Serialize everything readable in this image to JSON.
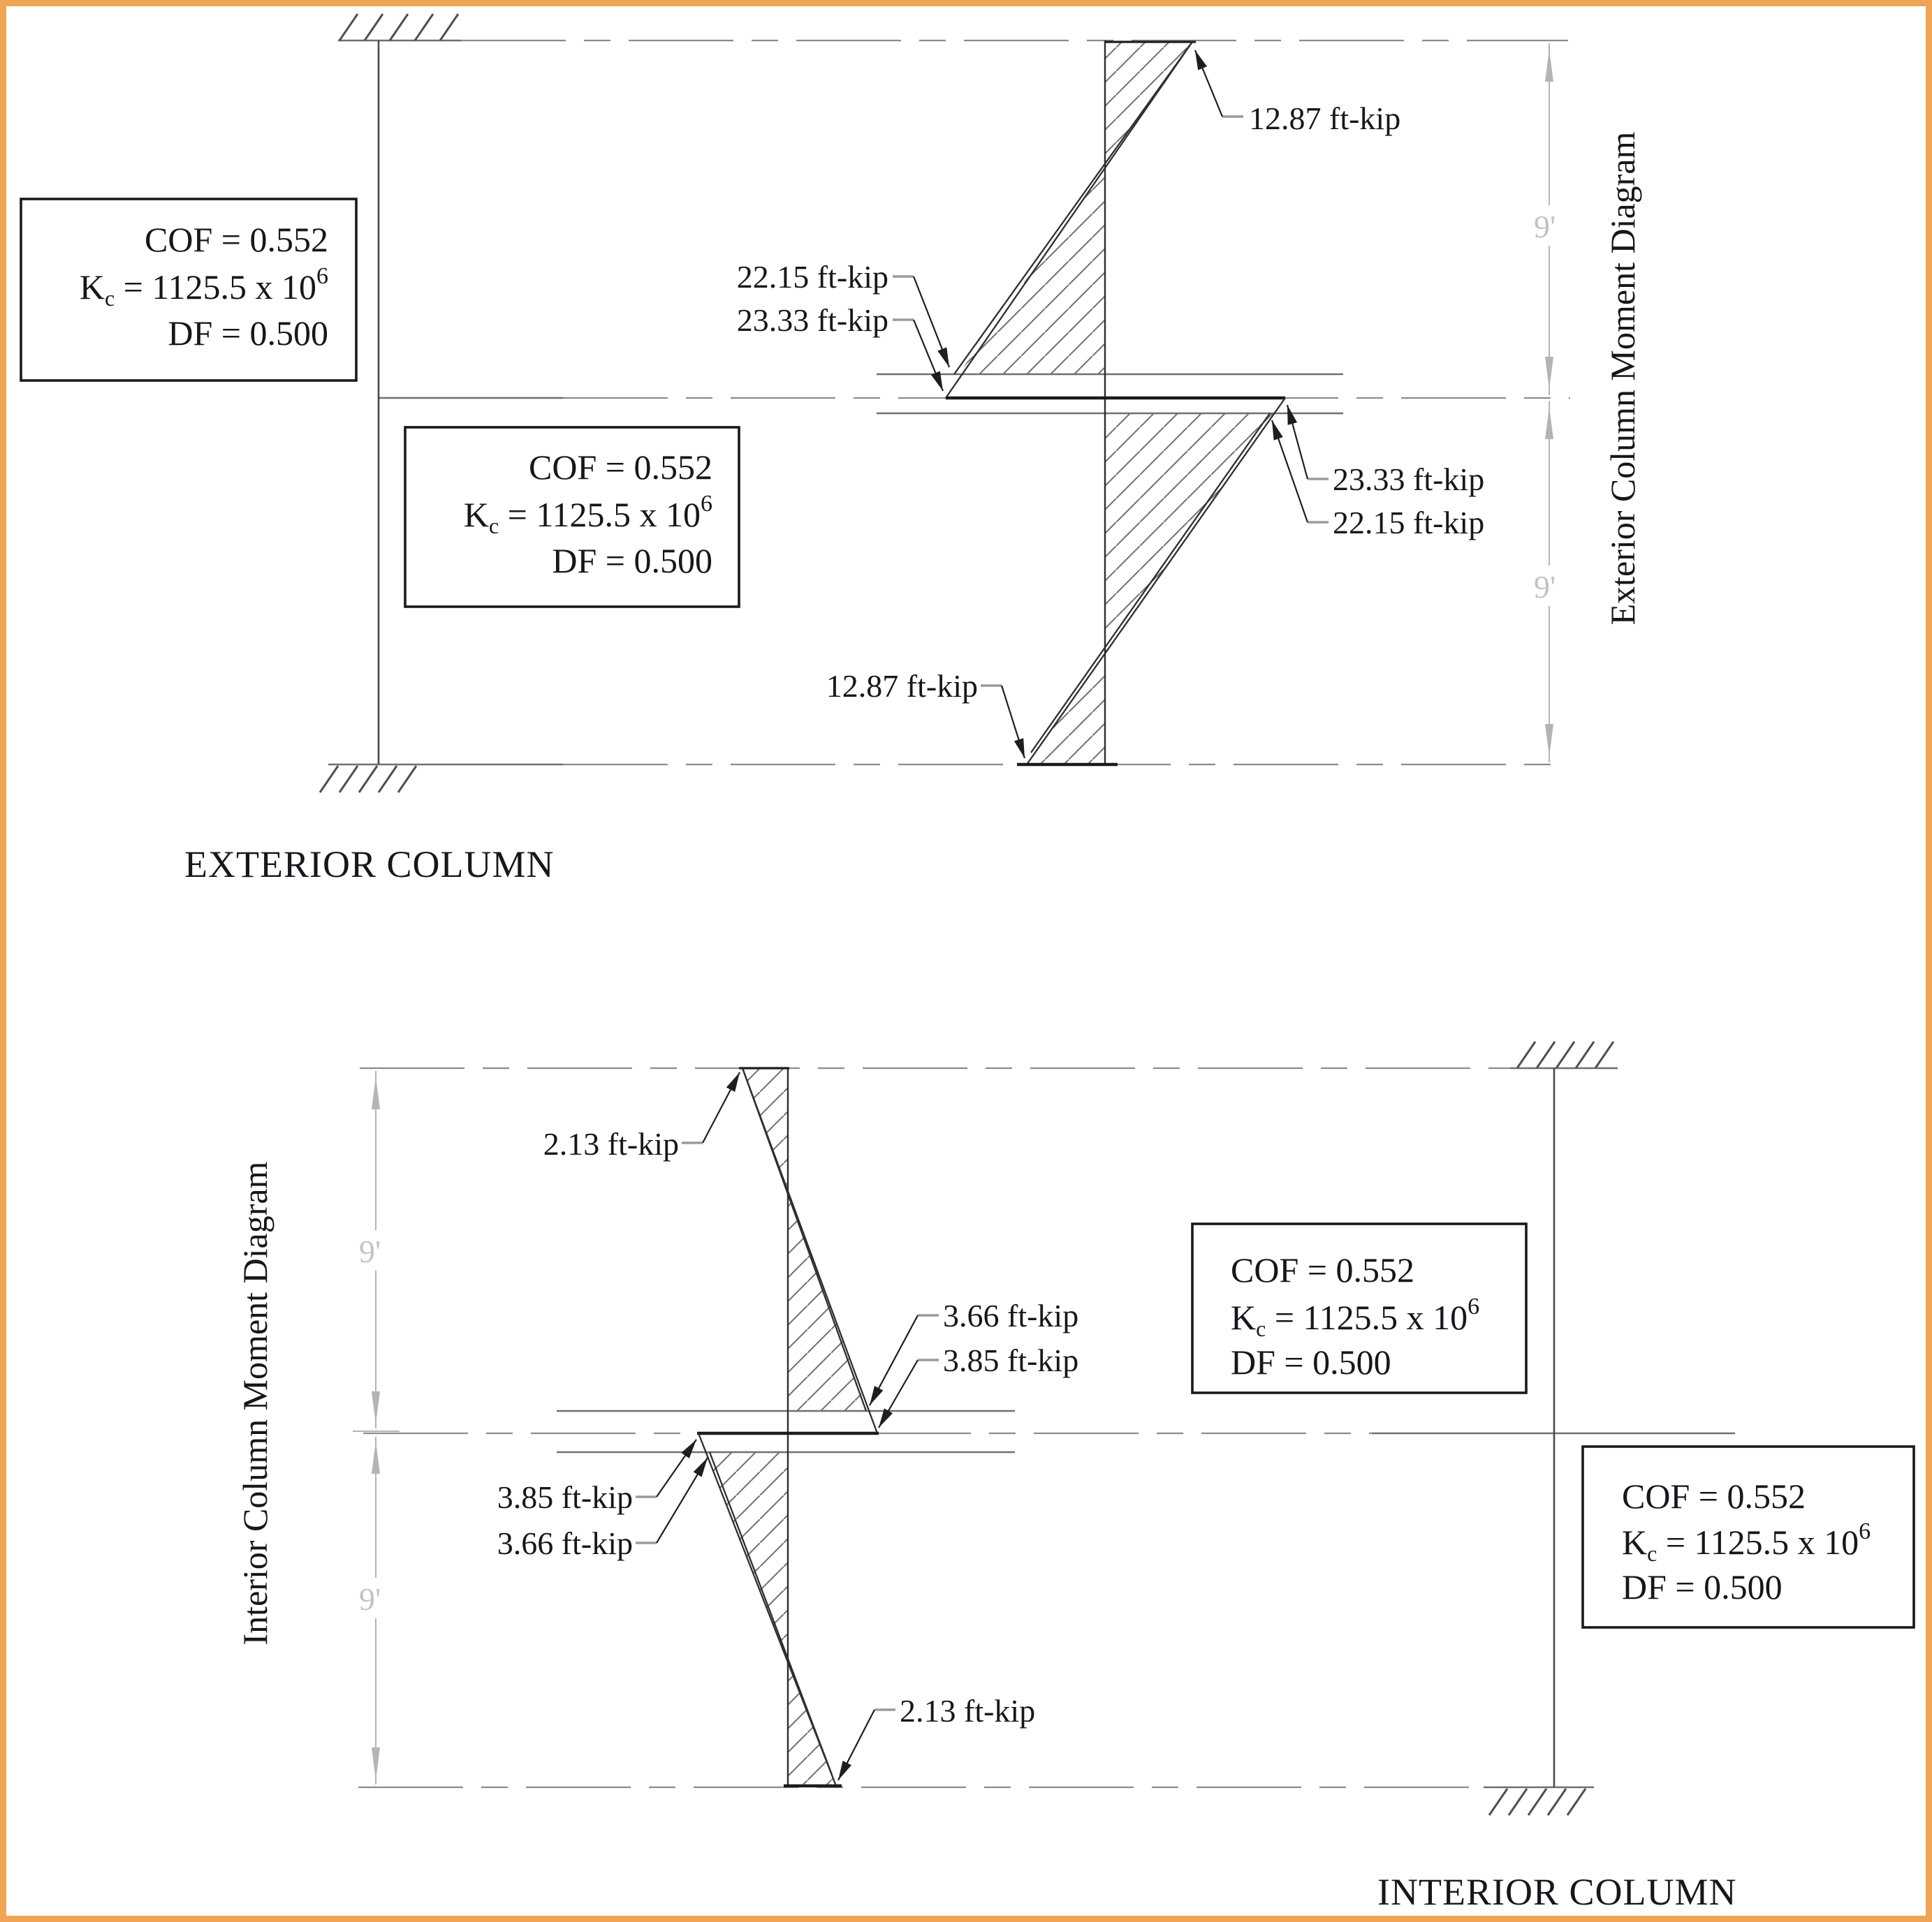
{
  "page": {
    "frame_color": "#F0A456",
    "background": "#FFFFFF"
  },
  "colors": {
    "text": "#16161C",
    "line_dark": "#2E2E2E",
    "column_gray": "#4A4A4A",
    "beam_gray": "#6F6F6F",
    "centerline_gray": "#8C8C8C",
    "dimension_gray": "#B4B4B4",
    "dim_text_gray": "#C3C3C3",
    "hatch_gray": "#6F6F6F"
  },
  "box": {
    "cof": "COF = 0.552",
    "kc_base": "K",
    "kc_sub": "c",
    "kc_eq": " = 1125.5 x 10",
    "kc_exp": "6",
    "df": "DF = 0.500"
  },
  "exterior": {
    "section_title": "EXTERIOR COLUMN",
    "axis_title": "Exterior Column Moment Diagram",
    "dim_upper": "9'",
    "dim_lower": "9'",
    "labels": {
      "top": "12.87 ft-kip",
      "joint_upper_outer": "22.15 ft-kip",
      "joint_upper_inner": "23.33 ft-kip",
      "joint_lower_inner": "23.33 ft-kip",
      "joint_lower_outer": "22.15 ft-kip",
      "bottom": "12.87 ft-kip"
    }
  },
  "interior": {
    "section_title": "INTERIOR COLUMN",
    "axis_title": "Interior Column Moment Diagram",
    "dim_upper": "9'",
    "dim_lower": "9'",
    "labels": {
      "top": "2.13 ft-kip",
      "joint_upper_outer": "3.66 ft-kip",
      "joint_upper_inner": "3.85 ft-kip",
      "joint_lower_inner": "3.85 ft-kip",
      "joint_lower_outer": "3.66 ft-kip",
      "bottom": "2.13 ft-kip"
    }
  }
}
